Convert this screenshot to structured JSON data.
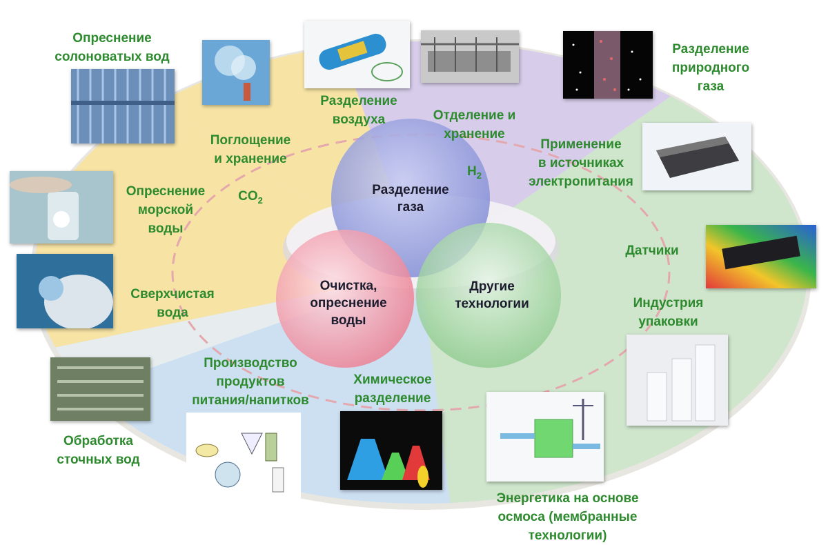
{
  "center": {
    "gas": "Разделение\nгаза",
    "water": "Очистка,\nопреснение\nводы",
    "other": "Другие\nтехнологии"
  },
  "labels": {
    "brackish": "Опреснение\nсолоноватых вод",
    "co2_line1": "Поглощение\nи хранение",
    "co2_chem": "CO",
    "co2_sub": "2",
    "air": "Разделение\nвоздуха",
    "h2_line1": "Отделение и\nхранение",
    "h2_chem": "H",
    "h2_sub": "2",
    "natural_gas": "Разделение\nприродного\nгаза",
    "power": "Применение\nв источниках\nэлектропитания",
    "seawater": "Опреснение\nморской\nводы",
    "sensors": "Датчики",
    "ultrapure": "Сверхчистая\nвода",
    "packaging": "Индустрия\nупаковки",
    "food": "Производство\nпродуктов\nпитания/напитков",
    "chemical": "Химическое\nразделение",
    "wastewater": "Обработка\nсточных вод",
    "osmotic": "Энергетика на основе\nосмоса (мембранные\nтехнологии)"
  },
  "colors": {
    "label_green": "#2e8a2e",
    "sector_yellow": "#f7e4a4",
    "sector_purple": "#d7cdea",
    "sector_green": "#cfe6cc",
    "sector_blue": "#cce0f2",
    "circle_gas": "#8a94d6",
    "circle_water": "#ee8b9c",
    "circle_other": "#93cf93"
  },
  "icons": {
    "brackish": "membrane-racks-photo",
    "co2": "co2-smoke-photo",
    "air": "membrane-module-photo",
    "h2": "hydrogen-plant-photo",
    "natural_gas": "gas-particles-photo",
    "power": "fuel-cell-photo",
    "seawater": "water-glass-photo",
    "ultrapure": "cleanroom-photo",
    "sensors": "sensor-chip-photo",
    "packaging": "film-rolls-photo",
    "wastewater": "treatment-plant-photo",
    "food": "food-lab-drawing",
    "chemical": "chemical-flasks-photo",
    "osmotic": "osmotic-plant-drawing"
  }
}
